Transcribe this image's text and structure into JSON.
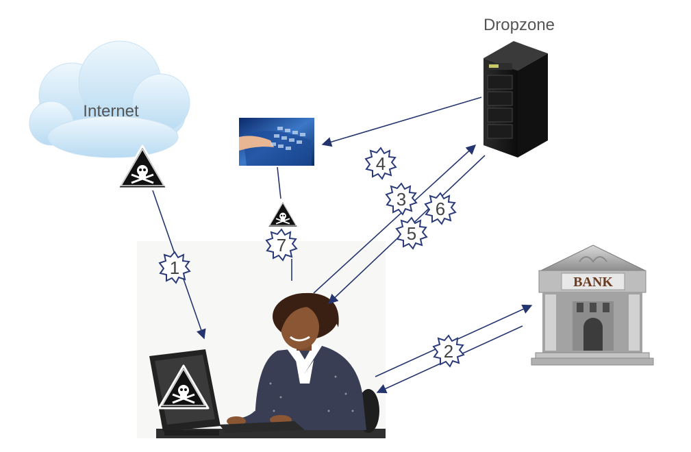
{
  "nodes": {
    "internet": {
      "label": "Internet"
    },
    "dropzone": {
      "label": "Dropzone"
    },
    "bank": {
      "sign": "BANK"
    }
  },
  "steps": [
    "1",
    "2",
    "3",
    "4",
    "5",
    "6",
    "7"
  ],
  "colors": {
    "arrow": "#23346e",
    "cloud": "#cfe6f7",
    "server": "#1a1a1a",
    "bank": "#a9a9a9"
  }
}
